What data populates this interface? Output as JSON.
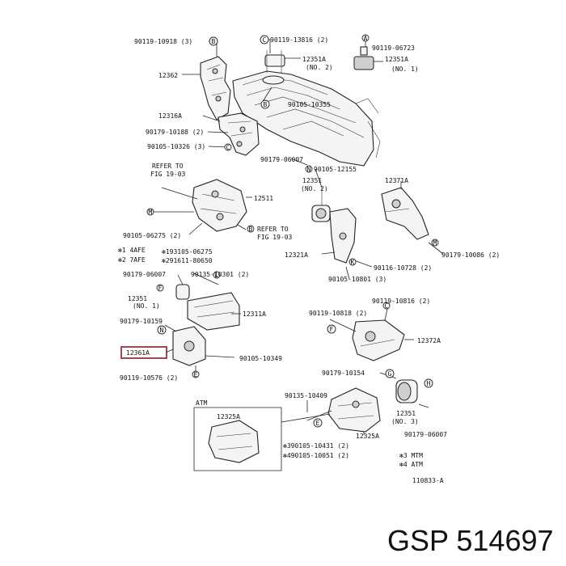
{
  "labels": {
    "l01": "90119-10918 (3)",
    "l02": "90119-13816 (2)",
    "l03": "90119-06723",
    "l04": "12351A",
    "l05": "(NO. 2)",
    "l06": "12351A",
    "l07": "(NO. 1)",
    "l08": "12362",
    "l09": "90105-10355",
    "l10": "12316A",
    "l11": "90179-10188 (2)",
    "l12": "90105-10326 (3)",
    "l13": "90179-06007",
    "l14": "REFER TO",
    "l15": "FIG 19-03",
    "l16": "90105-12155",
    "l17": "12371A",
    "l18": "12351",
    "l19": "(NO. 2)",
    "l20": "12511",
    "l21": "90105-06275 (2)",
    "l22": "REFER TO",
    "l23": "FIG 19-03",
    "l24": "✻1 4AFE",
    "l25": "✻2 7AFE",
    "l26": "✻193105-06275",
    "l27": "✻291611-80650",
    "l28": "12321A",
    "l29": "90179-10086 (2)",
    "l30": "90116-10728 (2)",
    "l31": "90105-10801 (3)",
    "l32": "90179-06007",
    "l33": "90135-10301 (2)",
    "l34": "12351",
    "l35": "(NO. 1)",
    "l36": "12311A",
    "l37": "90119-10816 (2)",
    "l38": "90179-10159",
    "l39": "90119-10818 (2)",
    "l40": "12372A",
    "l41": "12361A",
    "l42": "90105-10349",
    "l43": "90119-10576 (2)",
    "l44": "90179-10154",
    "l45": "ATM",
    "l46": "90135-10409",
    "l47": "12325A",
    "l48": "12351",
    "l49": "(NO. 3)",
    "l50": "90179-06007",
    "l51": "12325A",
    "l52": "✻390105-10431 (2)",
    "l53": "✻490105-10051 (2)",
    "l54": "✻3 MTM",
    "l55": "✻4 ATM",
    "l56": "110833-A"
  },
  "marks": {
    "m1": "B",
    "m2": "C",
    "m3": "A",
    "m4": "B",
    "m5": "C",
    "m6": "N",
    "m7": "M",
    "m8": "B",
    "m9": "M",
    "m10": "K",
    "m11": "L",
    "m12": "F",
    "m13": "C",
    "m14": "F",
    "m15": "N",
    "m16": "E",
    "m17": "G",
    "m18": "E",
    "m19": "H"
  },
  "brand": {
    "name": "GSP",
    "part_number": "514697"
  },
  "highlight_color": "#8b1a2b"
}
